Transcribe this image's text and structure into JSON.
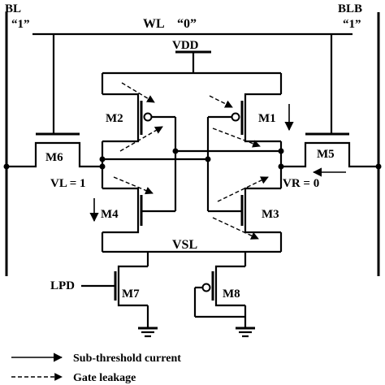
{
  "labels": {
    "bl": "BL",
    "bl_value": "“1”",
    "wl": "WL",
    "wl_value": "“0”",
    "blb": "BLB",
    "blb_value": "“1”",
    "vdd": "VDD",
    "vsl": "VSL",
    "lpd": "LPD",
    "vl": "VL = 1",
    "vr": "VR = 0"
  },
  "transistors": {
    "m1": "M1",
    "m2": "M2",
    "m3": "M3",
    "m4": "M4",
    "m5": "M5",
    "m6": "M6",
    "m7": "M7",
    "m8": "M8"
  },
  "legend": {
    "subthreshold": "Sub-threshold current",
    "gate_leakage": "Gate leakage"
  }
}
